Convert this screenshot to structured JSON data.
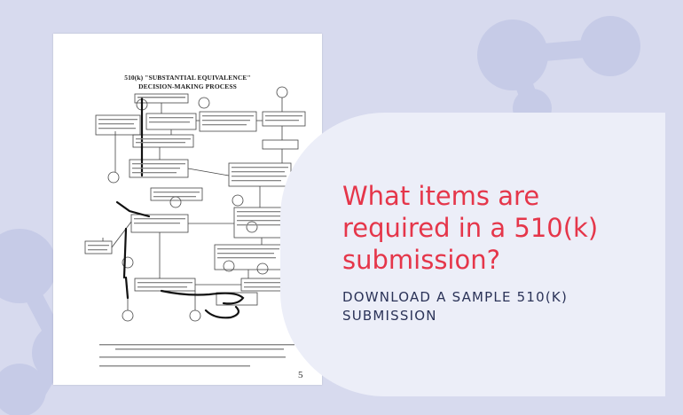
{
  "document": {
    "title_line1": "510(k) \"SUBSTANTIAL EQUIVALENCE\"",
    "title_line2": "DECISION-MAKING PROCESS",
    "page_number": "5"
  },
  "headline": "What items are required in a 510(k) submission?",
  "cta_label": "DOWNLOAD A SAMPLE 510(K) SUBMISSION",
  "colors": {
    "background": "#d7daee",
    "card": "#eceef8",
    "headline": "#e5364a",
    "cta": "#2b3358",
    "decoration": "#c3c8e6"
  }
}
